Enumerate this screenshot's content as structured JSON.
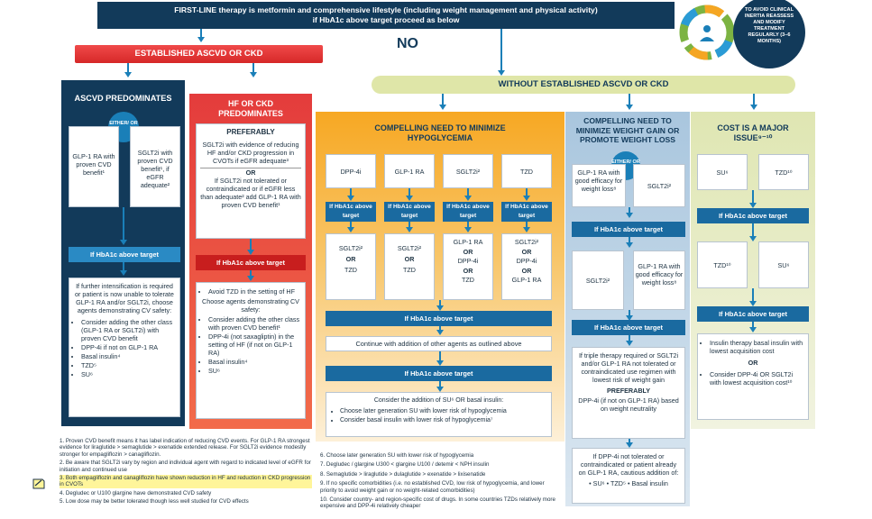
{
  "top_banner": {
    "line1": "FIRST-LINE therapy is metformin and comprehensive lifestyle (including weight management and physical activity)",
    "line2": "if HbA1c above target proceed as below"
  },
  "badge": {
    "text": "TO AVOID CLINICAL INERTIA REASSESS AND MODIFY TREATMENT REGULARLY (3–6 MONTHS)"
  },
  "no_label": "NO",
  "ascvd_ckd_bar": "ESTABLISHED ASCVD OR CKD",
  "without_bar": "WITHOUT ESTABLISHED ASCVD OR CKD",
  "col_ascvd": {
    "title": "ASCVD PREDOMINATES",
    "either_or": "EITHER/ OR",
    "box1": "GLP-1 RA with proven CVD benefit¹",
    "box2": "SGLT2i with proven CVD benefit¹, if eGFR adequate²",
    "hba1c": "If HbA1c above target",
    "intro": "If further intensification is required or patient is now unable to tolerate GLP-1 RA and/or SGLT2i, choose agents demonstrating CV safety:",
    "bullets": [
      "Consider adding the other class (GLP-1 RA or SGLT2i) with proven CVD benefit",
      "DPP-4i if not on GLP-1 RA",
      "Basal insulin⁴",
      "TZD⁵",
      "SU⁶"
    ]
  },
  "col_hf": {
    "title": "HF OR CKD PREDOMINATES",
    "preferably": "PREFERABLY",
    "text1": "SGLT2i with evidence of reducing HF and/or CKD progression in CVOTs if eGFR adequate³",
    "or": "OR",
    "text2": "If SGLT2i not tolerated or contraindicated or if eGFR less than adequate² add GLP-1 RA with proven CVD benefit¹",
    "hba1c": "If HbA1c above target",
    "bullets": [
      "Avoid TZD in the setting of HF",
      "Choose agents demonstrating CV safety:",
      "Consider adding the other class with proven CVD benefit¹",
      "DPP-4i (not saxagliptin) in the setting of HF (if not on GLP-1 RA)",
      "Basal insulin⁴",
      "SU⁶"
    ]
  },
  "col_hypo": {
    "title": "COMPELLING NEED TO MINIMIZE HYPOGLYCEMIA",
    "top_boxes": [
      "DPP-4i",
      "GLP-1 RA",
      "SGLT2i²",
      "TZD"
    ],
    "hba1c_small": "If HbA1c above target",
    "second_boxes": [
      [
        "SGLT2i²",
        "OR",
        "TZD"
      ],
      [
        "SGLT2i²",
        "OR",
        "TZD"
      ],
      [
        "GLP-1 RA",
        "OR",
        "DPP-4i",
        "OR",
        "TZD"
      ],
      [
        "SGLT2i²",
        "OR",
        "DPP-4i",
        "OR",
        "GLP-1 RA"
      ]
    ],
    "hba1c2": "If HbA1c above target",
    "continue": "Continue with addition of other agents as outlined above",
    "hba1c3": "If HbA1c above target",
    "final_intro": "Consider the addition of SU⁶ OR basal insulin:",
    "final_bullets": [
      "Choose later generation SU with lower risk of hypoglycemia",
      "Consider basal insulin with lower risk of hypoglycemia⁷"
    ]
  },
  "col_weight": {
    "title": "COMPELLING NEED TO MINIMIZE WEIGHT GAIN OR PROMOTE WEIGHT LOSS",
    "either_or": "EITHER/ OR",
    "box1": "GLP-1 RA with good efficacy for weight loss⁸",
    "box2": "SGLT2i²",
    "hba1c1": "If HbA1c above target",
    "box3": "SGLT2i²",
    "box4": "GLP-1 RA with good efficacy for weight loss⁸",
    "hba1c2": "If HbA1c above target",
    "text1": "If triple therapy required or SGLT2i and/or GLP-1 RA not tolerated or contraindicated use regimen with lowest risk of weight gain",
    "preferably": "PREFERABLY",
    "text2": "DPP-4i (if not on GLP-1 RA) based on weight neutrality",
    "text3": "If DPP-4i not tolerated or contraindicated or patient already on GLP-1 RA, cautious addition of:",
    "text4": "• SU⁶ • TZD⁵ • Basal insulin"
  },
  "col_cost": {
    "title": "COST IS A MAJOR ISSUE⁹⁻¹⁰",
    "box1": "SU⁶",
    "box2": "TZD¹⁰",
    "hba1c1": "If HbA1c above target",
    "box3": "TZD¹⁰",
    "box4": "SU⁶",
    "hba1c2": "If HbA1c above target",
    "insulin": "Insulin therapy basal insulin with lowest acquisition cost",
    "or": "OR",
    "dpp": "Consider DPP-4i OR SGLT2i with lowest acquisition cost¹⁰"
  },
  "footnotes_left": [
    "1.  Proven CVD benefit means it has label indication of reducing CVD events. For GLP-1 RA strongest evidence for liraglutide > semaglutide > exenatide extended release. For SGLT2i evidence modestly stronger for empagliflozin > canagliflozin.",
    "2.  Be aware that SGLT2i vary by region and individual agent with regard to indicated level of eGFR for initiation and continued use",
    "3.  Both empagliflozin and canagliflozin have shown reduction in HF and reduction in CKD progression in CVOTs",
    "4.  Degludec or U100 glargine have demonstrated CVD safety",
    "5.  Low dose may be better tolerated though less well studied for CVD effects"
  ],
  "footnotes_right": [
    "6.  Choose later generation SU with lower risk of hypoglycemia",
    "7.  Degludec / glargine U300 < glargine U100 / detemir < NPH insulin",
    "8.  Semaglutide > liraglutide > dulaglutide > exenatide > lixisenatide",
    "9.  If no specific comorbidities (i.e. no established CVD, low risk of hypoglycemia, and lower priority to avoid weight gain or no weight-related comorbidities)",
    "10. Consider country- and region-specific cost of drugs. In some countries TZDs relatively more expensive and DPP-4i relatively cheaper"
  ],
  "colors": {
    "navy": "#123a5a",
    "red": "#e83a3a",
    "blue": "#1a7fb8",
    "hypo_orange": "#f7b23b",
    "weight_blue": "#bcd3e6",
    "cost_green": "#e6eac9",
    "without_green": "#dfe6a8"
  }
}
